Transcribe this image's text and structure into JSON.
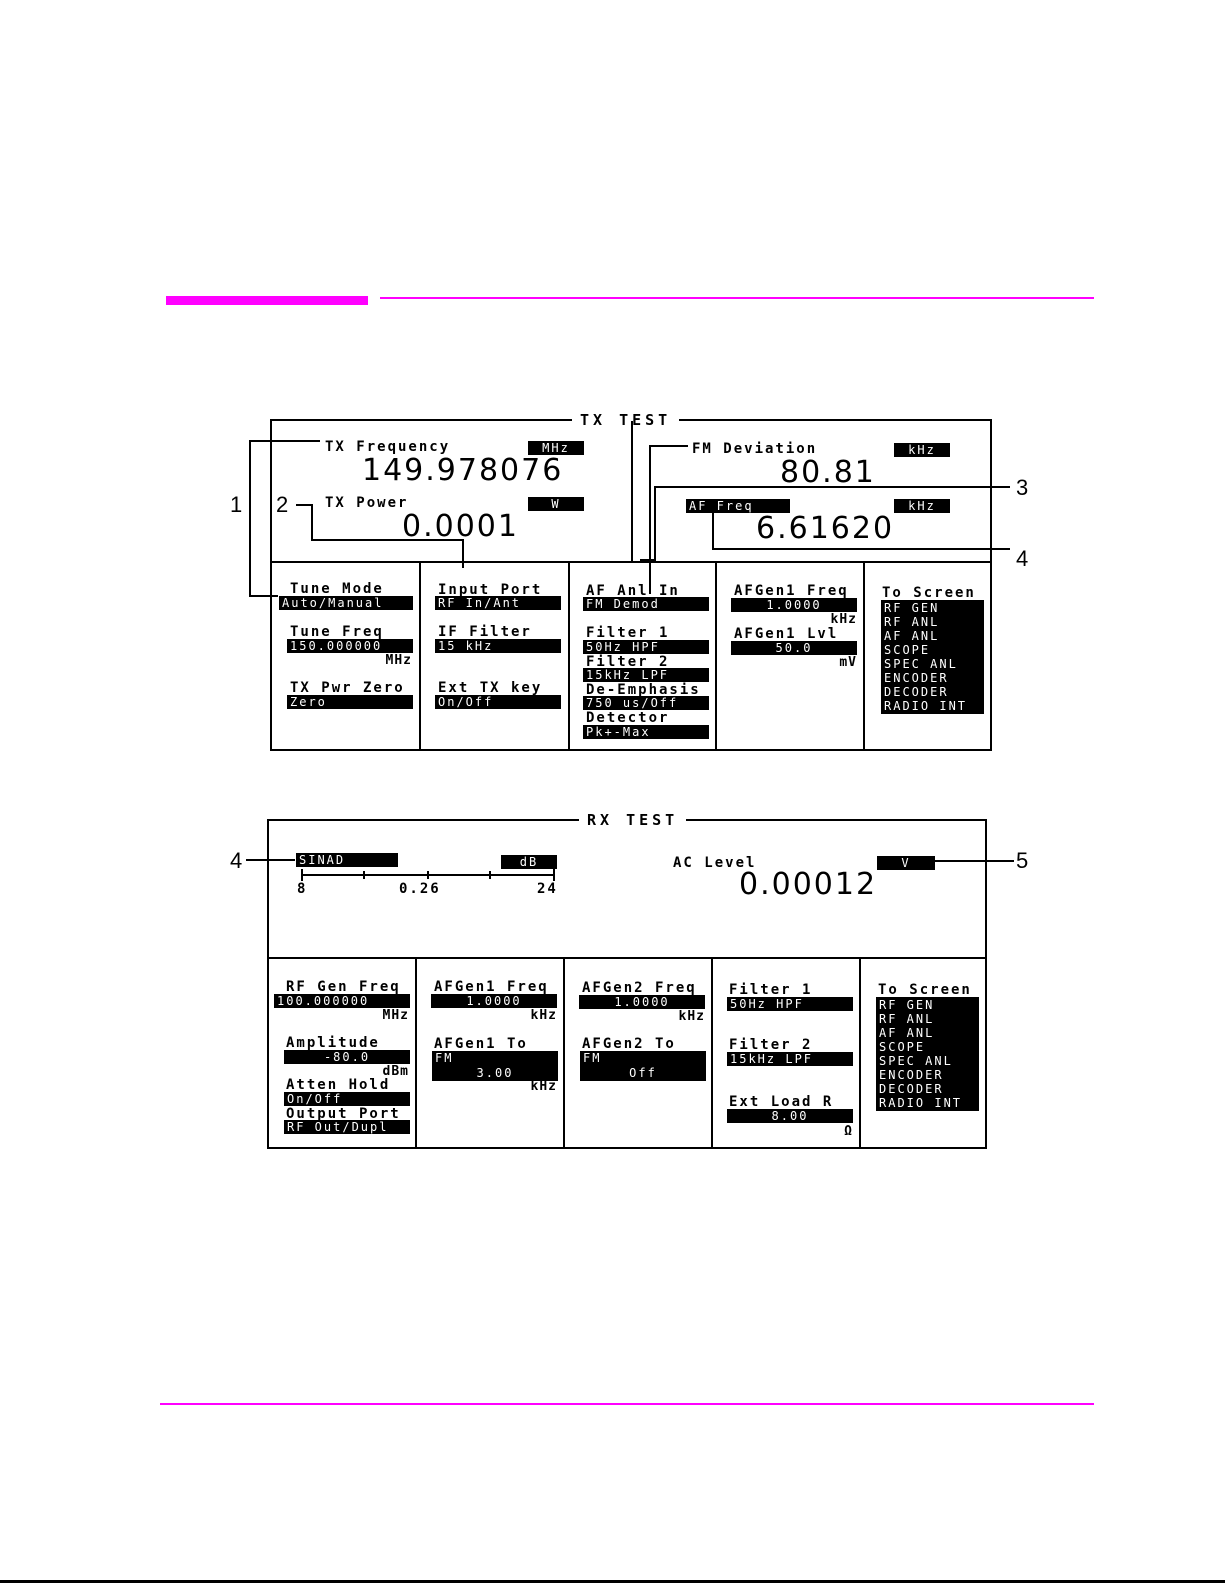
{
  "tx": {
    "title": "TX TEST",
    "tx_freq": {
      "label": "TX Frequency",
      "unit": "MHz",
      "value": "149.978076"
    },
    "tx_power": {
      "label": "TX Power",
      "unit": "W",
      "value": "0.0001"
    },
    "fm_dev": {
      "label": "FM Deviation",
      "unit": "kHz",
      "value": "80.81"
    },
    "af_freq": {
      "label": "AF Freq",
      "unit": "kHz",
      "value": "6.61620"
    },
    "col1": {
      "tune_mode_label": "Tune Mode",
      "tune_mode_value": "Auto/Manual",
      "tune_freq_label": "Tune Freq",
      "tune_freq_value": "150.000000",
      "tune_freq_unit": "MHz",
      "pwr_zero_label": "TX Pwr Zero",
      "pwr_zero_value": "Zero"
    },
    "col2": {
      "input_port_label": "Input Port",
      "input_port_value": "RF In/Ant",
      "if_filter_label": "IF Filter",
      "if_filter_value": "15 kHz",
      "ext_tx_label": "Ext TX key",
      "ext_tx_value": "On/Off"
    },
    "col3": {
      "af_anl_label": "AF Anl In",
      "af_anl_value": "FM Demod",
      "filter1_label": "Filter 1",
      "filter1_value": "50Hz HPF",
      "filter2_label": "Filter 2",
      "filter2_value": "15kHz LPF",
      "deemph_label": "De-Emphasis",
      "deemph_value": "750 us/Off",
      "detector_label": "Detector",
      "detector_value": "Pk+-Max"
    },
    "col4": {
      "afgen1_freq_label": "AFGen1 Freq",
      "afgen1_freq_value": "1.0000",
      "afgen1_freq_unit": "kHz",
      "afgen1_lvl_label": "AFGen1 Lvl",
      "afgen1_lvl_value": "50.0",
      "afgen1_lvl_unit": "mV"
    },
    "to_screen": {
      "label": "To Screen",
      "items": [
        "RF GEN",
        "RF ANL",
        "AF ANL",
        "SCOPE",
        "SPEC ANL",
        "ENCODER",
        "DECODER",
        "RADIO INT"
      ]
    }
  },
  "rx": {
    "title": "RX TEST",
    "sinad": {
      "label": "SINAD",
      "unit": "dB",
      "scale_min": "8",
      "scale_mid": "0.26",
      "scale_max": "24"
    },
    "ac_level": {
      "label": "AC Level",
      "unit": "V",
      "value": "0.00012"
    },
    "col1": {
      "rf_gen_label": "RF Gen Freq",
      "rf_gen_value": "100.000000",
      "rf_gen_unit": "MHz",
      "amplitude_label": "Amplitude",
      "amplitude_value": "-80.0",
      "amplitude_unit": "dBm",
      "atten_label": "Atten Hold",
      "atten_value": "On/Off",
      "output_label": "Output Port",
      "output_value": "RF Out/Dupl"
    },
    "col2": {
      "afgen1_freq_label": "AFGen1 Freq",
      "afgen1_freq_value": "1.0000",
      "afgen1_freq_unit": "kHz",
      "afgen1_to_label": "AFGen1 To",
      "afgen1_to_mode": "FM",
      "afgen1_to_value": "3.00",
      "afgen1_to_unit": "kHz"
    },
    "col3": {
      "afgen2_freq_label": "AFGen2 Freq",
      "afgen2_freq_value": "1.0000",
      "afgen2_freq_unit": "kHz",
      "afgen2_to_label": "AFGen2 To",
      "afgen2_to_mode": "FM",
      "afgen2_to_value": "Off"
    },
    "col4": {
      "filter1_label": "Filter 1",
      "filter1_value": "50Hz HPF",
      "filter2_label": "Filter 2",
      "filter2_value": "15kHz LPF",
      "ext_load_label": "Ext Load R",
      "ext_load_value": "8.00",
      "ext_load_unit": "Ω"
    },
    "to_screen": {
      "label": "To Screen",
      "items": [
        "RF GEN",
        "RF ANL",
        "AF ANL",
        "SCOPE",
        "SPEC ANL",
        "ENCODER",
        "DECODER",
        "RADIO INT"
      ]
    }
  },
  "callouts": {
    "c1": "1",
    "c2": "2",
    "c3": "3",
    "c4_tx": "4",
    "c4_rx": "4",
    "c5": "5"
  },
  "colors": {
    "accent": "#ff00ff"
  }
}
